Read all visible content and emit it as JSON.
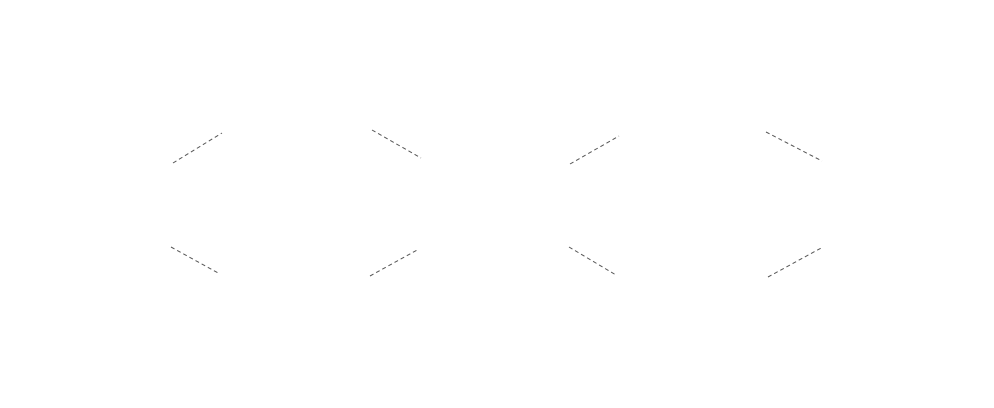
{
  "canvas": {
    "background": "#ffffff"
  },
  "marks": {
    "color": "#555555",
    "style": "dashed",
    "groups": [
      {
        "name": "left-frame",
        "corners": [
          "top-left",
          "top-right",
          "bottom-left",
          "bottom-right"
        ]
      },
      {
        "name": "right-frame",
        "corners": [
          "top-left",
          "top-right",
          "bottom-left",
          "bottom-right"
        ]
      }
    ]
  }
}
